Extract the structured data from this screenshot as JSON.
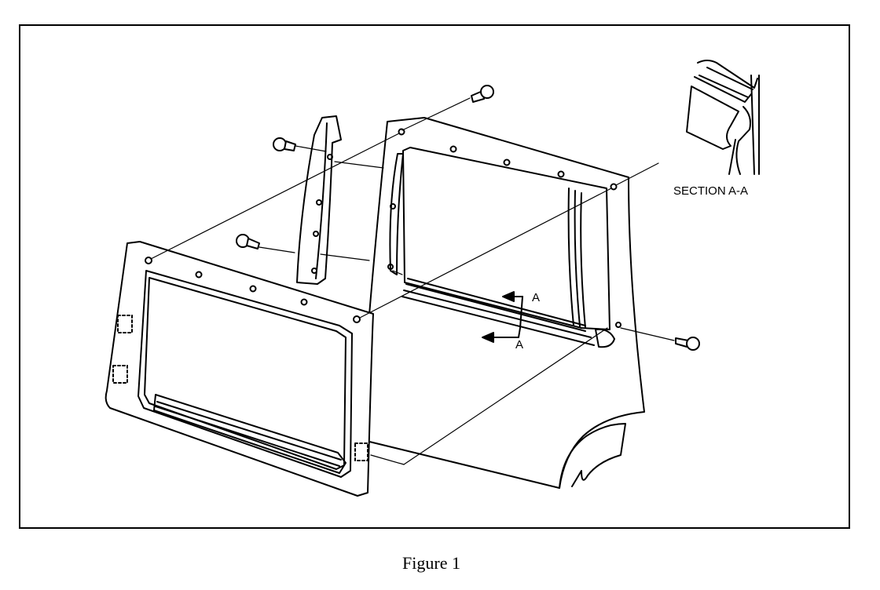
{
  "figure": {
    "caption": "Figure 1",
    "section_label": "SECTION A-A",
    "arrow_label_upper": "A",
    "arrow_label_lower": "A"
  },
  "colors": {
    "line": "#000000",
    "background": "#ffffff"
  }
}
